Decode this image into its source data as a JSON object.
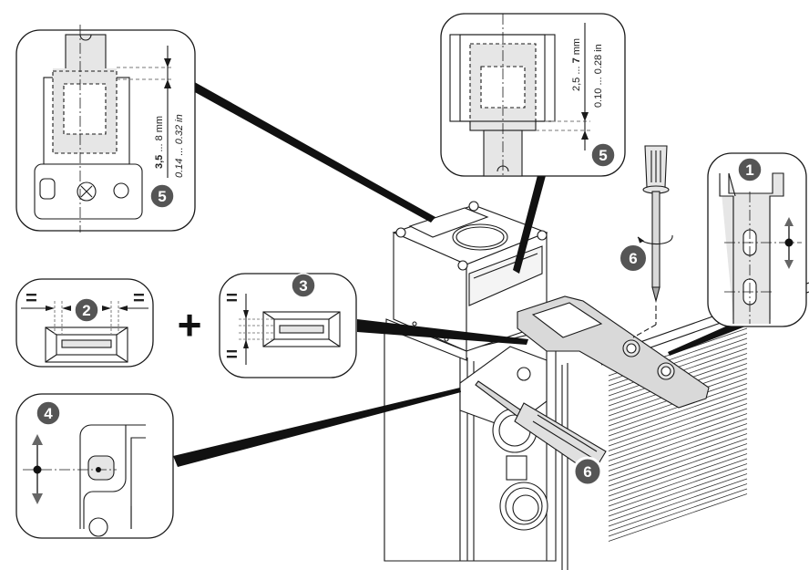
{
  "diagram": {
    "type": "installation-diagram",
    "subject": "Safety switch with actuator key mounting and alignment",
    "colors": {
      "line": "#1a1a1a",
      "fill_light": "#e6e6e6",
      "fill_part": "#d9d9d9",
      "badge": "#555555",
      "badge_text": "#ffffff",
      "leader": "#111111"
    },
    "callouts": [
      {
        "id": "detail-5a",
        "step": "5",
        "description": "Actuator insertion depth, head from top view",
        "dimension_mm": {
          "min": "3,5",
          "sep": " ... ",
          "max": "8",
          "unit": "mm"
        },
        "dimension_in": {
          "min": "0.14",
          "sep": " ... ",
          "max": "0.32",
          "unit": "in"
        }
      },
      {
        "id": "detail-5b",
        "step": "5",
        "description": "Actuator insertion depth, head from front view",
        "dimension_mm": {
          "min": "2,5",
          "sep": " ... ",
          "max": "7",
          "unit": "mm"
        },
        "dimension_in": {
          "min": "0.10",
          "sep": " ... ",
          "max": "0.28",
          "unit": "in"
        }
      },
      {
        "id": "detail-2",
        "step": "2",
        "description": "Horizontal centering of actuator in slot",
        "equal_marks": [
          "=",
          "="
        ]
      },
      {
        "id": "detail-3",
        "step": "3",
        "description": "Vertical centering of actuator in slot",
        "equal_marks": [
          "=",
          "="
        ]
      },
      {
        "id": "detail-4",
        "step": "4",
        "description": "Vertical adjustment of switch body via slotted hole"
      },
      {
        "id": "detail-1",
        "step": "1",
        "description": "Vertical adjustment of actuator via slotted holes"
      }
    ],
    "operator": "+",
    "steps_on_main": [
      {
        "step": "6",
        "description": "Tighten actuator screws with screwdriver (rotation)"
      },
      {
        "step": "6",
        "description": "Tighten switch body screws with screwdriver"
      }
    ]
  }
}
